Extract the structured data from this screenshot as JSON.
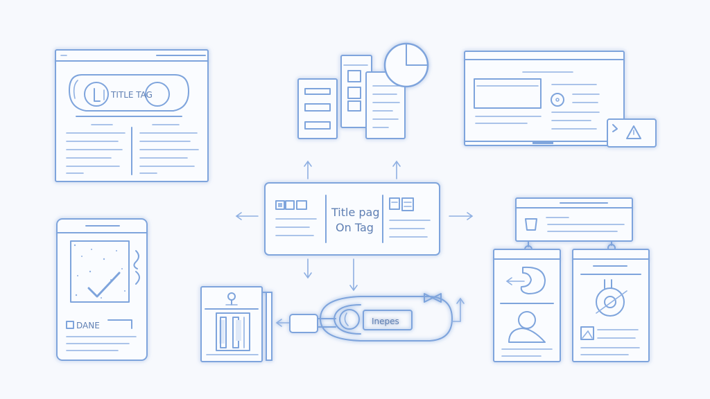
{
  "center_card": {
    "line1": "Title pag",
    "line2": "On Tag"
  },
  "top_left_card": {
    "pill_label": "TITLE TAG"
  },
  "bottom_left_card": {
    "name_label": "DANE"
  },
  "bottom_connector": {
    "label": "Inepes"
  },
  "colors": {
    "stroke": "#7ea4dc",
    "background": "#f7f9fd",
    "text": "#5f7fb3"
  }
}
